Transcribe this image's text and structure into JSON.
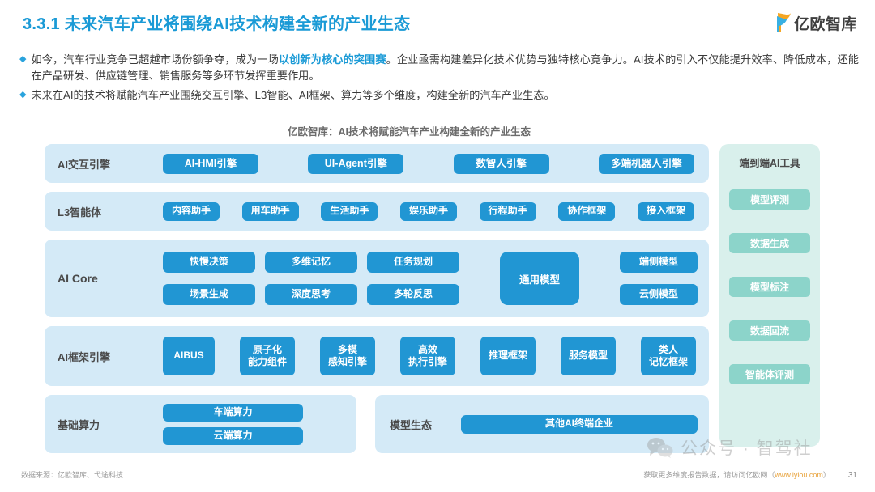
{
  "header": {
    "title": "3.3.1 未来汽车产业将围绕AI技术构建全新的产业生态",
    "brand": "亿欧智库",
    "brand_icon": "yiou-leaf-logo-icon"
  },
  "bullets": [
    {
      "marker": "◆",
      "pre": "如今，汽车行业竞争已超越市场份额争夺，成为一场",
      "highlight": "以创新为核心的突围赛",
      "post": "。企业亟需构建差异化技术优势与独特核心竞争力。AI技术的引入不仅能提升效率、降低成本，还能在产品研发、供应链管理、销售服务等多环节发挥重要作用。"
    },
    {
      "marker": "◆",
      "pre": "未来在AI的技术将赋能汽车产业围绕交互引擎、L3智能、AI框架、算力等多个维度，构建全新的汽车产业生态。",
      "highlight": "",
      "post": ""
    }
  ],
  "chart_data": {
    "type": "diagram",
    "title": "亿欧智库：AI技术将赋能汽车产业构建全新的产业生态",
    "colors": {
      "band_bg": "#d4eaf7",
      "chip": "#2196d3",
      "tools_bg": "#d9f0ec",
      "tool_chip": "#8cd4ca",
      "accent": "#1a9ad6"
    },
    "layers": [
      {
        "label": "AI交互引擎",
        "items": [
          "AI-HMI引擎",
          "UI-Agent引擎",
          "数智人引擎",
          "多端机器人引擎"
        ]
      },
      {
        "label": "L3智能体",
        "items": [
          "内容助手",
          "用车助手",
          "生活助手",
          "娱乐助手",
          "行程助手",
          "协作框架",
          "接入框架"
        ]
      },
      {
        "label": "AI Core",
        "grid": [
          [
            "快慢决策",
            "场景生成"
          ],
          [
            "多维记忆",
            "深度思考"
          ],
          [
            "任务规划",
            "多轮反思"
          ]
        ],
        "center": "通用模型",
        "right": [
          "端侧模型",
          "云侧模型"
        ]
      },
      {
        "label": "AI框架引擎",
        "items": [
          "AIBUS",
          "原子化\n能力组件",
          "多模\n感知引擎",
          "高效\n执行引擎",
          "推理框架",
          "服务模型",
          "类人\n记忆框架"
        ]
      }
    ],
    "bottom_left": {
      "label": "基础算力",
      "items": [
        "车端算力",
        "云端算力"
      ]
    },
    "bottom_right": {
      "label": "模型生态",
      "items": [
        "其他AI终端企业"
      ]
    },
    "tools_panel": {
      "title": "端到端AI工具",
      "items": [
        "模型评测",
        "数据生成",
        "模型标注",
        "数据回流",
        "智能体评测"
      ]
    }
  },
  "watermark": {
    "icon": "wechat-icon",
    "text": "公众号 · 智驾社"
  },
  "footer": {
    "source": "数据来源：亿欧智库、弋途科技",
    "note_pre": "获取更多维度报告数据，请访问亿欧网（",
    "link": "www.iyiou.com",
    "note_post": "）",
    "page_number": "31"
  }
}
